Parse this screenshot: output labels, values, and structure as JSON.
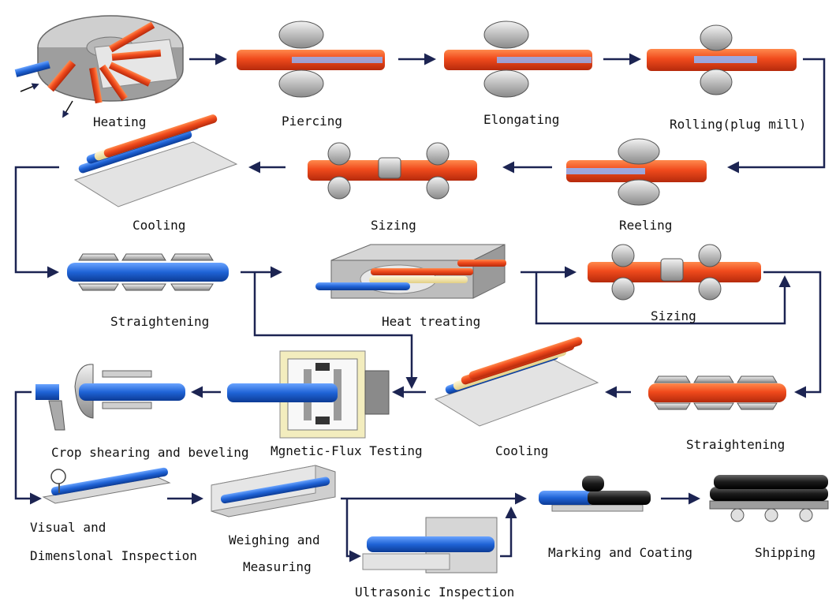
{
  "steps": {
    "heating": "Heating",
    "piercing": "Piercing",
    "elongating": "Elongating",
    "rolling": "Rolling(plug mill)",
    "cooling_1": "Cooling",
    "sizing_1": "Sizing",
    "reeling": "Reeling",
    "straightening_1": "Straightening",
    "heat_treating": "Heat treating",
    "sizing_2": "Sizing",
    "crop_shearing": "Crop shearing and beveling",
    "flux_testing": "Mgnetic-Flux Testing",
    "cooling_2": "Cooling",
    "straightening_2": "Straightening",
    "visual_line1": "Visual and",
    "visual_line2": "Dimenslonal Inspection",
    "weighing_line1": "Weighing and",
    "weighing_line2": "Measuring",
    "ultrasonic": "Ultrasonic Inspection",
    "marking": "Marking and Coating",
    "shipping": "Shipping"
  },
  "colors": {
    "hot_tube": "#f04a1c",
    "cold_tube": "#1f63d6",
    "cream_tube": "#f3e3a4",
    "black_tube": "#1a1a1a",
    "arrow": "#1c2452",
    "machine_gray": "#c9c9c9"
  },
  "icons": [
    "arrow-right-icon",
    "arrow-left-icon",
    "arrow-up-icon",
    "roller-icon",
    "tube-icon",
    "furnace-icon",
    "gauge-icon",
    "wheel-icon"
  ]
}
